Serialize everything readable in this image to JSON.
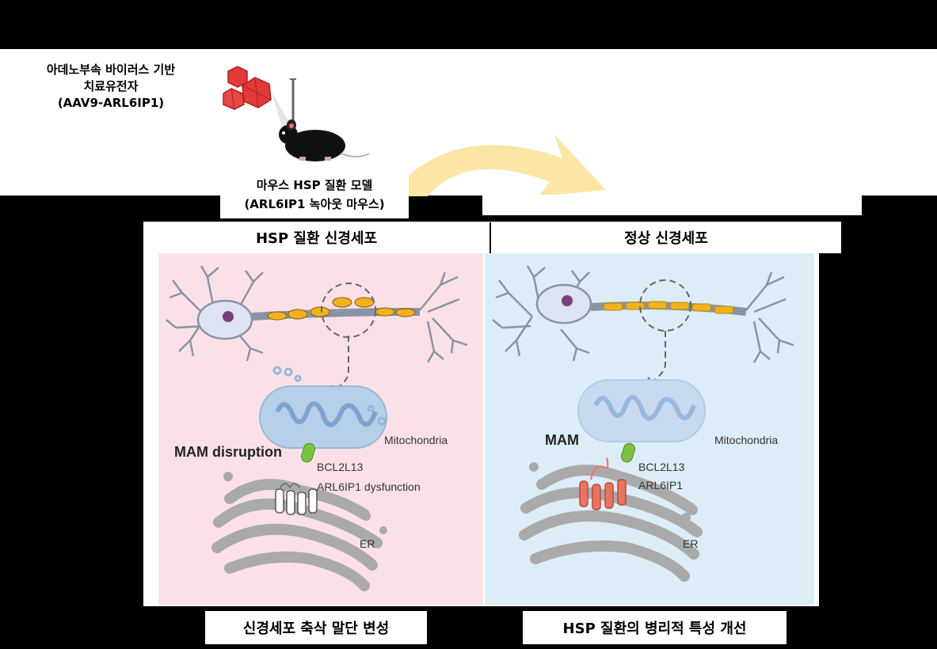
{
  "top": {
    "gene_therapy_label": [
      "아데노부속 바이러스 기반",
      "치료유전자",
      "(AAV9-ARL6IP1)"
    ],
    "mouse_model_label": [
      "마우스 HSP 질환 모델",
      "(ARL6IP1 녹아웃 마우스)"
    ]
  },
  "panels": {
    "left": {
      "header": "HSP 질환 신경세포",
      "mam_label": "MAM disruption",
      "mito_label": "Mitochondria",
      "protein_label_1": "BCL2L13",
      "protein_label_2": "ARL6IP1 dysfunction",
      "er_label": "ER",
      "footer": "신경세포 축삭 말단 변성"
    },
    "right": {
      "header": "정상 신경세포",
      "mam_label": "MAM",
      "mito_label": "Mitochondria",
      "protein_label_1": "BCL2L13",
      "protein_label_2": "ARL6IP1",
      "er_label": "ER",
      "footer": "HSP 질환의 병리적 특성 개선"
    }
  },
  "colors": {
    "pink_panel": "#fbe1e7",
    "blue_panel": "#dcedf7",
    "arrow": "#fbe6a6",
    "virus": "#e03a3a",
    "axon_segment": "#f2b21f",
    "mitochondria": "#b7cfe8",
    "er": "#aaaaaa",
    "bcl2l13": "#7cc243",
    "arl6ip1_healthy": "#e87563"
  }
}
